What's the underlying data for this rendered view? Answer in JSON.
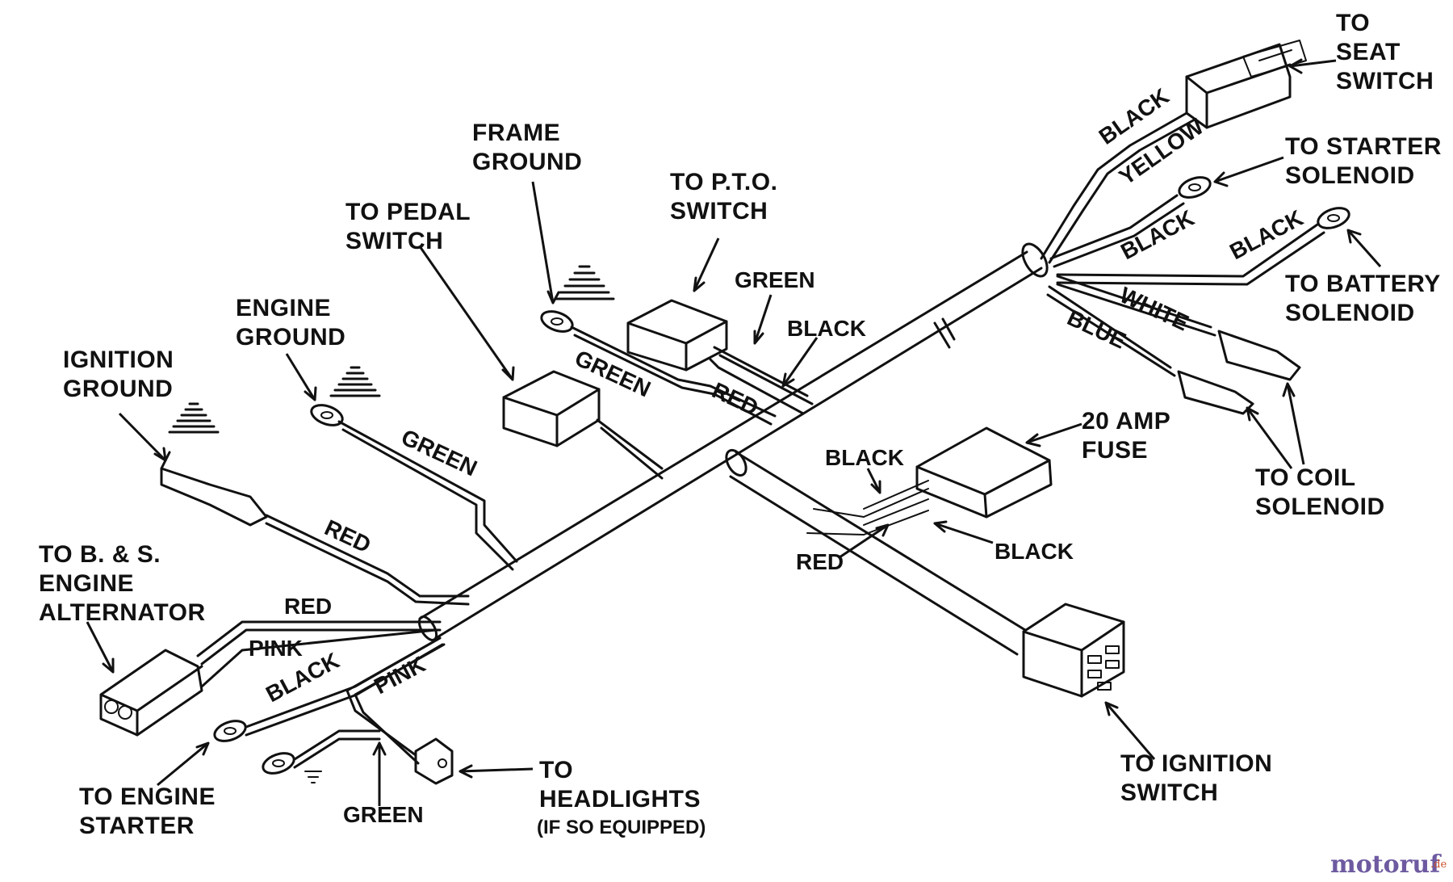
{
  "labels": {
    "seat_switch": [
      "TO",
      "SEAT",
      "SWITCH"
    ],
    "starter_solenoid": [
      "TO STARTER",
      "SOLENOID"
    ],
    "battery_solenoid": [
      "TO BATTERY",
      "SOLENOID"
    ],
    "coil_solenoid": [
      "TO COIL",
      "SOLENOID"
    ],
    "fuse": [
      "20 AMP",
      "FUSE"
    ],
    "ignition_switch": [
      "TO IGNITION",
      "SWITCH"
    ],
    "pto_switch": [
      "TO P.T.O.",
      "SWITCH"
    ],
    "frame_ground": [
      "FRAME",
      "GROUND"
    ],
    "pedal_switch": [
      "TO PEDAL",
      "SWITCH"
    ],
    "engine_ground": [
      "ENGINE",
      "GROUND"
    ],
    "ignition_ground": [
      "IGNITION",
      "GROUND"
    ],
    "alternator": [
      "TO B. & S.",
      "ENGINE",
      "ALTERNATOR"
    ],
    "engine_starter": [
      "TO ENGINE",
      "STARTER"
    ],
    "headlights": [
      "TO",
      "HEADLIGHTS",
      "(IF SO EQUIPPED)"
    ]
  },
  "wires": {
    "black_seat": "BLACK",
    "yellow_seat": "YELLOW",
    "black_starter": "BLACK",
    "black_battery": "BLACK",
    "white_coil": "WHITE",
    "blue_coil": "BLUE",
    "green_pto": "GREEN",
    "black_pto": "BLACK",
    "red_pto": "RED",
    "green_frame": "GREEN",
    "green_engine": "GREEN",
    "red_ignition": "RED",
    "black_fuse_top": "BLACK",
    "red_fuse": "RED",
    "black_fuse_bottom": "BLACK",
    "red_alternator": "RED",
    "pink_alternator": "PINK",
    "black_starter_lead": "BLACK",
    "pink_headlights": "PINK",
    "green_headlights": "GREEN"
  },
  "watermark": {
    "brand": "motoruf",
    "tld": ".de",
    "brand_color": "#6e5aa0",
    "tld_color": "#c8502d"
  }
}
